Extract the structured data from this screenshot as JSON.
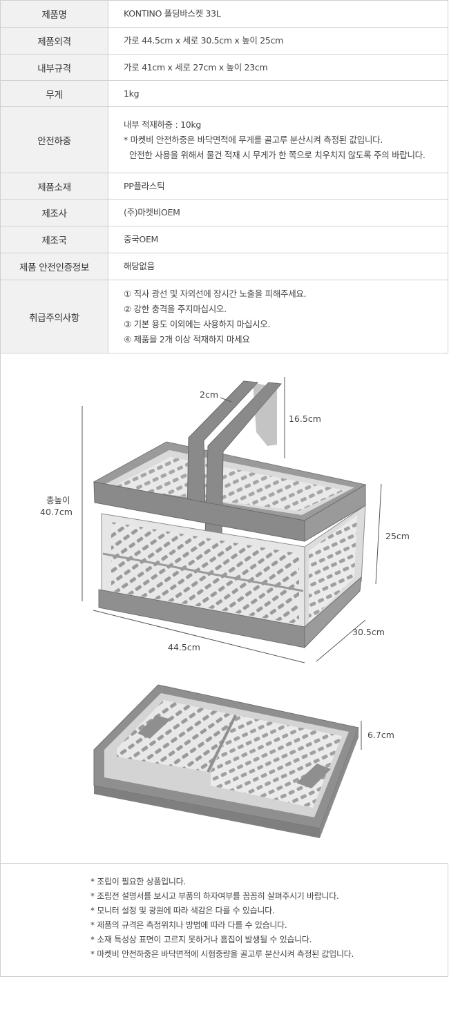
{
  "spec": {
    "rows": [
      {
        "key": "제품명",
        "value": [
          "KONTINO 폴딩바스켓 33L"
        ]
      },
      {
        "key": "제품외격",
        "value": [
          "가로 44.5cm x 세로 30.5cm x 높이 25cm"
        ]
      },
      {
        "key": "내부규격",
        "value": [
          "가로 41cm x 세로 27cm x 높이 23cm"
        ]
      },
      {
        "key": "무게",
        "value": [
          "1kg"
        ]
      },
      {
        "key": "안전하중",
        "value": [
          "내부 적재하중 : 10kg",
          "* 마켓비 안전하중은 바닥면적에 무게를 골고루 분산시켜 측정된 값입니다.",
          "안전한 사용을 위해서 물건 적재 시 무게가 한 쪽으로 치우치지 않도록 주의 바랍니다."
        ]
      },
      {
        "key": "제품소재",
        "value": [
          "PP플라스틱"
        ]
      },
      {
        "key": "제조사",
        "value": [
          "(주)마켓비OEM"
        ]
      },
      {
        "key": "제조국",
        "value": [
          "중국OEM"
        ]
      },
      {
        "key": "제품 안전인증정보",
        "value": [
          "해당없음"
        ]
      },
      {
        "key": "취급주의사항",
        "value": [
          "① 직사 광선 및 자외선에 장시간 노출을 피해주세요.",
          "② 강한 충격을 주지마십시오.",
          "③ 기본 용도 이외에는 사용하지 마십시오.",
          "④ 제품을 2개 이상 적재하지 마세요"
        ]
      }
    ]
  },
  "dimensions": {
    "handle_width": "2cm",
    "handle_height": "16.5cm",
    "total_height_label": "총높이",
    "total_height": "40.7cm",
    "body_height": "25cm",
    "width": "44.5cm",
    "depth": "30.5cm",
    "folded_height": "6.7cm"
  },
  "notes": [
    "* 조립이 필요한 상품입니다.",
    "* 조립전 설명서를 보시고 부품의 하자여부를 꼼꼼히 살펴주시기 바랍니다.",
    "* 모니터 설정 및 광원에 따라 색감은 다를 수 있습니다.",
    "* 제품의 규격은 측정위치나 방법에 따라 다를 수 있습니다.",
    "* 소재 특성상 표면이 고르지 못하거나 흠집이 발생될 수 있습니다.",
    "* 마켓비 안전하중은 바닥면적에 시험중량을 골고루 분산시켜 측정된 값입니다."
  ],
  "colors": {
    "frame": "#8a8a8a",
    "body": "#e4e4e4",
    "slot": "#8f8f8f",
    "line": "#555555"
  }
}
